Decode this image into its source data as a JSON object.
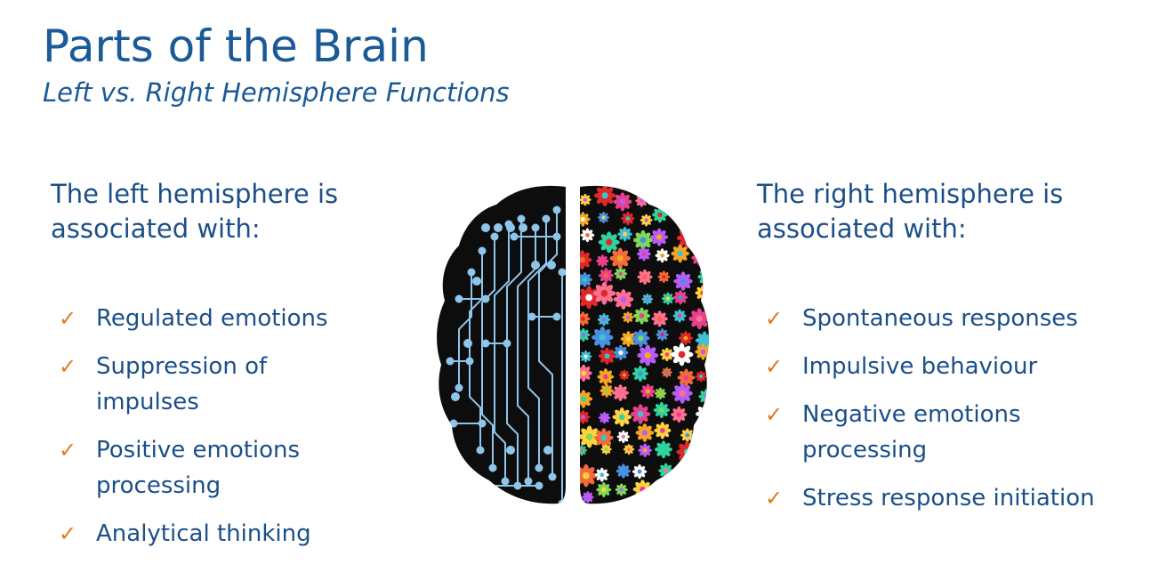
{
  "slide": {
    "title": "Parts of the Brain",
    "subtitle": "Left vs. Right Hemisphere Functions"
  },
  "left": {
    "heading": "The left hemisphere is associated with:",
    "items": [
      "Regulated emotions",
      "Suppression of impulses",
      "Positive emotions processing",
      "Analytical thinking"
    ]
  },
  "right": {
    "heading": "The right hemisphere is associated with:",
    "items": [
      "Spontaneous responses",
      "Impulsive behaviour",
      "Negative emotions processing",
      "Stress response initiation"
    ]
  },
  "icons": {
    "check": "checkmark-icon",
    "brain": "brain-illustration-icon"
  },
  "colors": {
    "heading": "#1a5a96",
    "text": "#1b4f88",
    "check": "#e07c1a",
    "brain": "#0d0d0d",
    "circuit": "#8ec5ea"
  }
}
